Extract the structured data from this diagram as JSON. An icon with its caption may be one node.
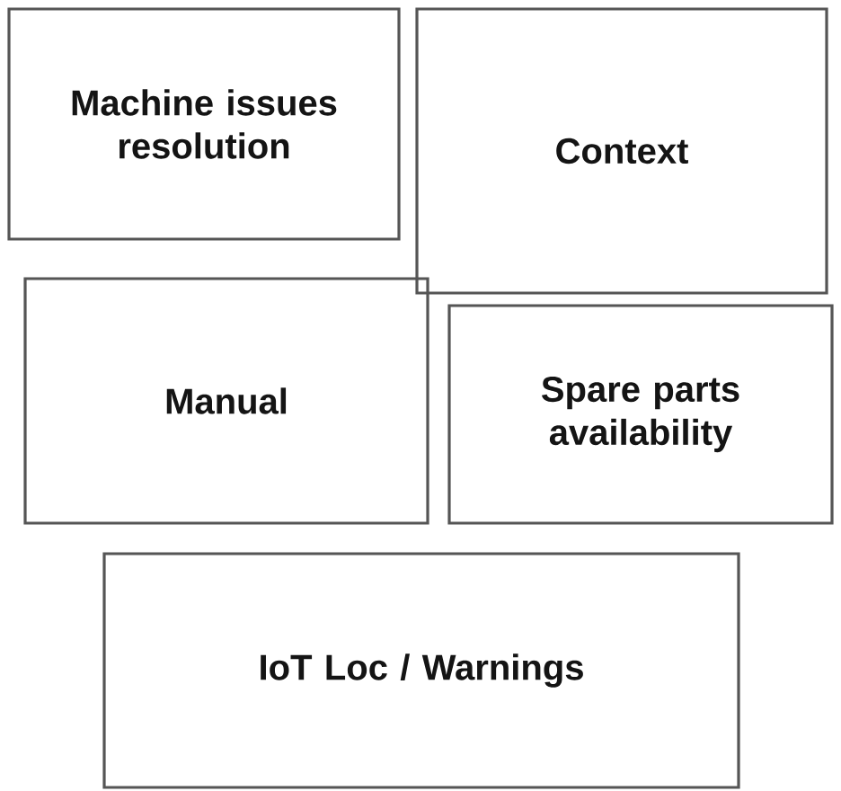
{
  "diagram": {
    "nodes": [
      {
        "text": [
          "Machine issues resolution"
        ]
      },
      {
        "text": [
          "Context"
        ]
      },
      {
        "text": [
          "Manual"
        ]
      },
      {
        "text": [
          "Spare parts availability"
        ]
      },
      {
        "text": [
          "IoT Loc / Warnings"
        ]
      }
    ]
  }
}
